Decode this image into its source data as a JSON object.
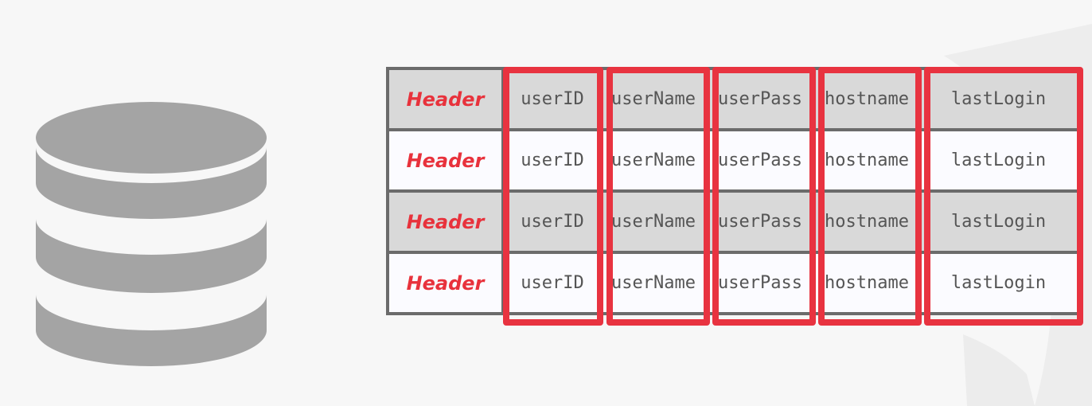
{
  "colors": {
    "background": "#f7f7f7",
    "database_icon": "#a4a4a4",
    "header_text": "#e8323c",
    "column_highlight": "#e83340",
    "row_shaded": "#d9d9d9",
    "row_plain": "#fbfbff",
    "table_border": "#6b6b6b"
  },
  "icons": {
    "database": "database-cylinder-icon"
  },
  "table": {
    "rows": [
      {
        "style": "shaded",
        "cells": [
          "Header",
          "userID",
          "userName",
          "userPass",
          "hostname",
          "lastLogin"
        ]
      },
      {
        "style": "plain",
        "cells": [
          "Header",
          "userID",
          "userName",
          "userPass",
          "hostname",
          "lastLogin"
        ]
      },
      {
        "style": "shaded",
        "cells": [
          "Header",
          "userID",
          "userName",
          "userPass",
          "hostname",
          "lastLogin"
        ]
      },
      {
        "style": "plain",
        "cells": [
          "Header",
          "userID",
          "userName",
          "userPass",
          "hostname",
          "lastLogin"
        ]
      }
    ],
    "highlighted_columns": [
      "userID",
      "userName",
      "userPass",
      "hostname",
      "lastLogin"
    ]
  }
}
